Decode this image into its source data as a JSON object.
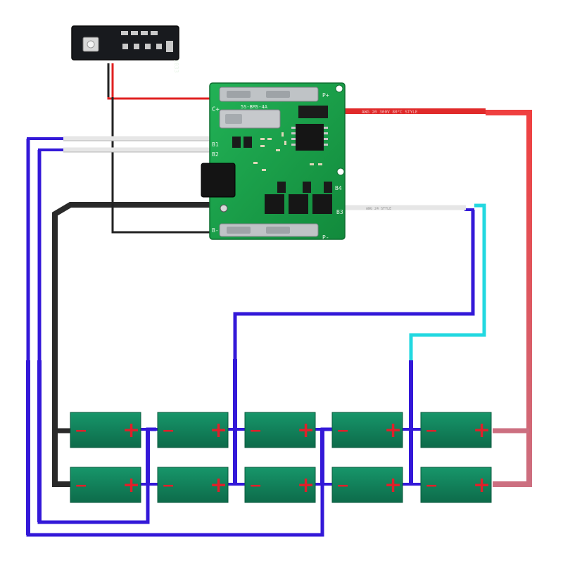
{
  "led_board": {
    "label": "1033"
  },
  "bms_board": {
    "pad_labels": [
      "C+",
      "B1",
      "B2",
      "B3",
      "B-",
      "B4",
      "P+",
      "P-"
    ],
    "silkscreen": "5S-BMS-4A"
  },
  "wire_markings": {
    "red_wire": "AWG 20 300V 80°C STYLE",
    "white_wire": "AWG 24 STYLE"
  },
  "cell_terminals": {
    "minus": "−",
    "plus": "+"
  },
  "cells": {
    "top_row": [
      {
        "id": "cell-1",
        "minus": "−",
        "plus": "+"
      },
      {
        "id": "cell-2",
        "minus": "−",
        "plus": "+"
      },
      {
        "id": "cell-3",
        "minus": "−",
        "plus": "+"
      },
      {
        "id": "cell-4",
        "minus": "−",
        "plus": "+"
      },
      {
        "id": "cell-5",
        "minus": "−",
        "plus": "+"
      }
    ],
    "bottom_row": [
      {
        "id": "cell-6",
        "minus": "−",
        "plus": "+"
      },
      {
        "id": "cell-7",
        "minus": "−",
        "plus": "+"
      },
      {
        "id": "cell-8",
        "minus": "−",
        "plus": "+"
      },
      {
        "id": "cell-9",
        "minus": "−",
        "plus": "+"
      },
      {
        "id": "cell-10",
        "minus": "−",
        "plus": "+"
      }
    ]
  },
  "colors": {
    "cell_green": "#12805a",
    "cell_plus": "#e0202a",
    "wire_blue": "#3318d8",
    "wire_cyan": "#22d8e0",
    "wire_red": "#ef4040",
    "wire_black": "#222222",
    "pcb_green": "#18a048"
  }
}
